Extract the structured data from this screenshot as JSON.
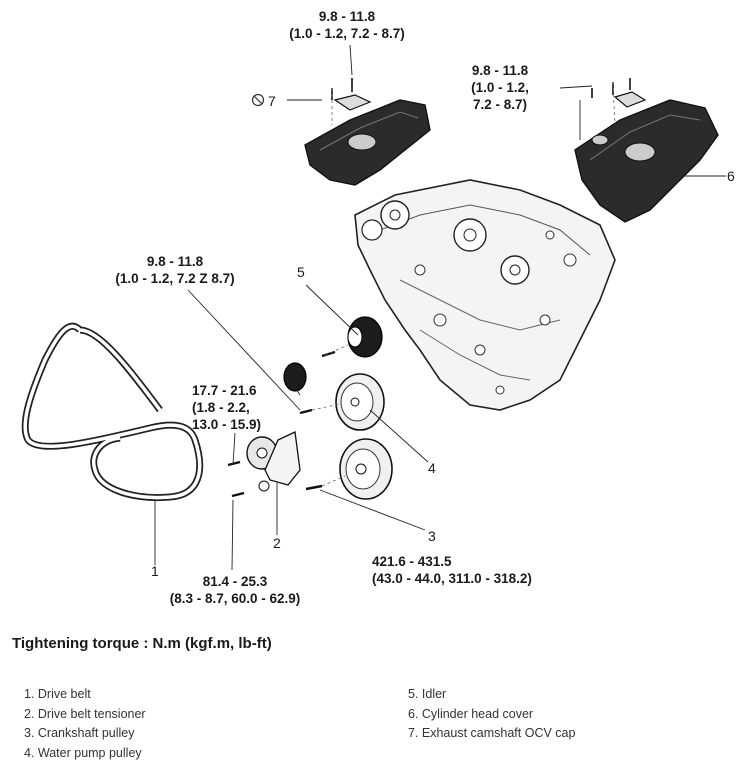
{
  "torques": {
    "t1": [
      "9.8 - 11.8",
      "(1.0 - 1.2, 7.2 - 8.7)"
    ],
    "t2": [
      "9.8 - 11.8",
      "(1.0 - 1.2,",
      "7.2 - 8.7)"
    ],
    "t3": [
      "9.8 - 11.8",
      "(1.0 - 1.2, 7.2 Z 8.7)"
    ],
    "t4": [
      "17.7 - 21.6",
      "(1.8 - 2.2,",
      "13.0 - 15.9)"
    ],
    "t5": [
      "81.4 - 25.3",
      "(8.3 - 8.7, 60.0 - 62.9)"
    ],
    "t6": [
      "421.6 - 431.5",
      "(43.0 - 44.0, 311.0 - 318.2)"
    ]
  },
  "callouts": {
    "c1": "1",
    "c2": "2",
    "c3": "3",
    "c4": "4",
    "c5": "5",
    "c6": "6",
    "c7": "7"
  },
  "legend": {
    "title": "Tightening torque : N.m (kgf.m, lb-ft)",
    "left": [
      "1. Drive belt",
      "2. Drive belt tensioner",
      "3. Crankshaft pulley",
      "4. Water pump pulley"
    ],
    "right": [
      "5. Idler",
      "6. Cylinder head cover",
      "7. Exhaust camshaft OCV cap"
    ]
  }
}
